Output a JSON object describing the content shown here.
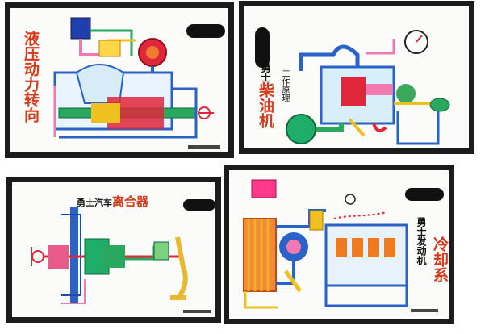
{
  "panels": {
    "power_steering": {
      "title": "液压动力转向"
    },
    "diesel_engine": {
      "brand": "勇士",
      "title": "柴油机",
      "subtitle": "工作原理"
    },
    "clutch": {
      "brand": "勇士汽车",
      "title": "离合器"
    },
    "cooling_system": {
      "brand": "勇士发动机",
      "title": "冷却系"
    }
  },
  "colors": {
    "title_red": "#d63a1a",
    "board_frame": "#1c1c1c",
    "coolant_blue": "#2a62c8",
    "oil_red": "#e0263a",
    "pipe_yellow": "#f0c020",
    "pipe_green": "#2aa860",
    "pipe_pink": "#f07ab0"
  }
}
